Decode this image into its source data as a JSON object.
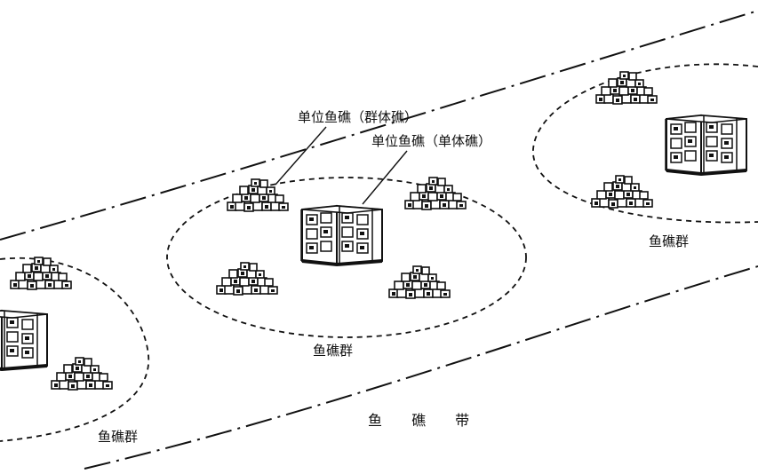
{
  "labels": {
    "unit_group_reef": "单位鱼礁（群体礁）",
    "unit_single_reef": "单位鱼礁（单体礁）",
    "cluster_center": "鱼礁群",
    "cluster_right": "鱼礁群",
    "cluster_left": "鱼礁群",
    "reef_belt": "鱼 礁 带"
  },
  "colors": {
    "ink": "#111111",
    "background": "#ffffff"
  },
  "icons": {
    "pile": "block-pile-icon",
    "frame": "frame-reef-icon"
  }
}
